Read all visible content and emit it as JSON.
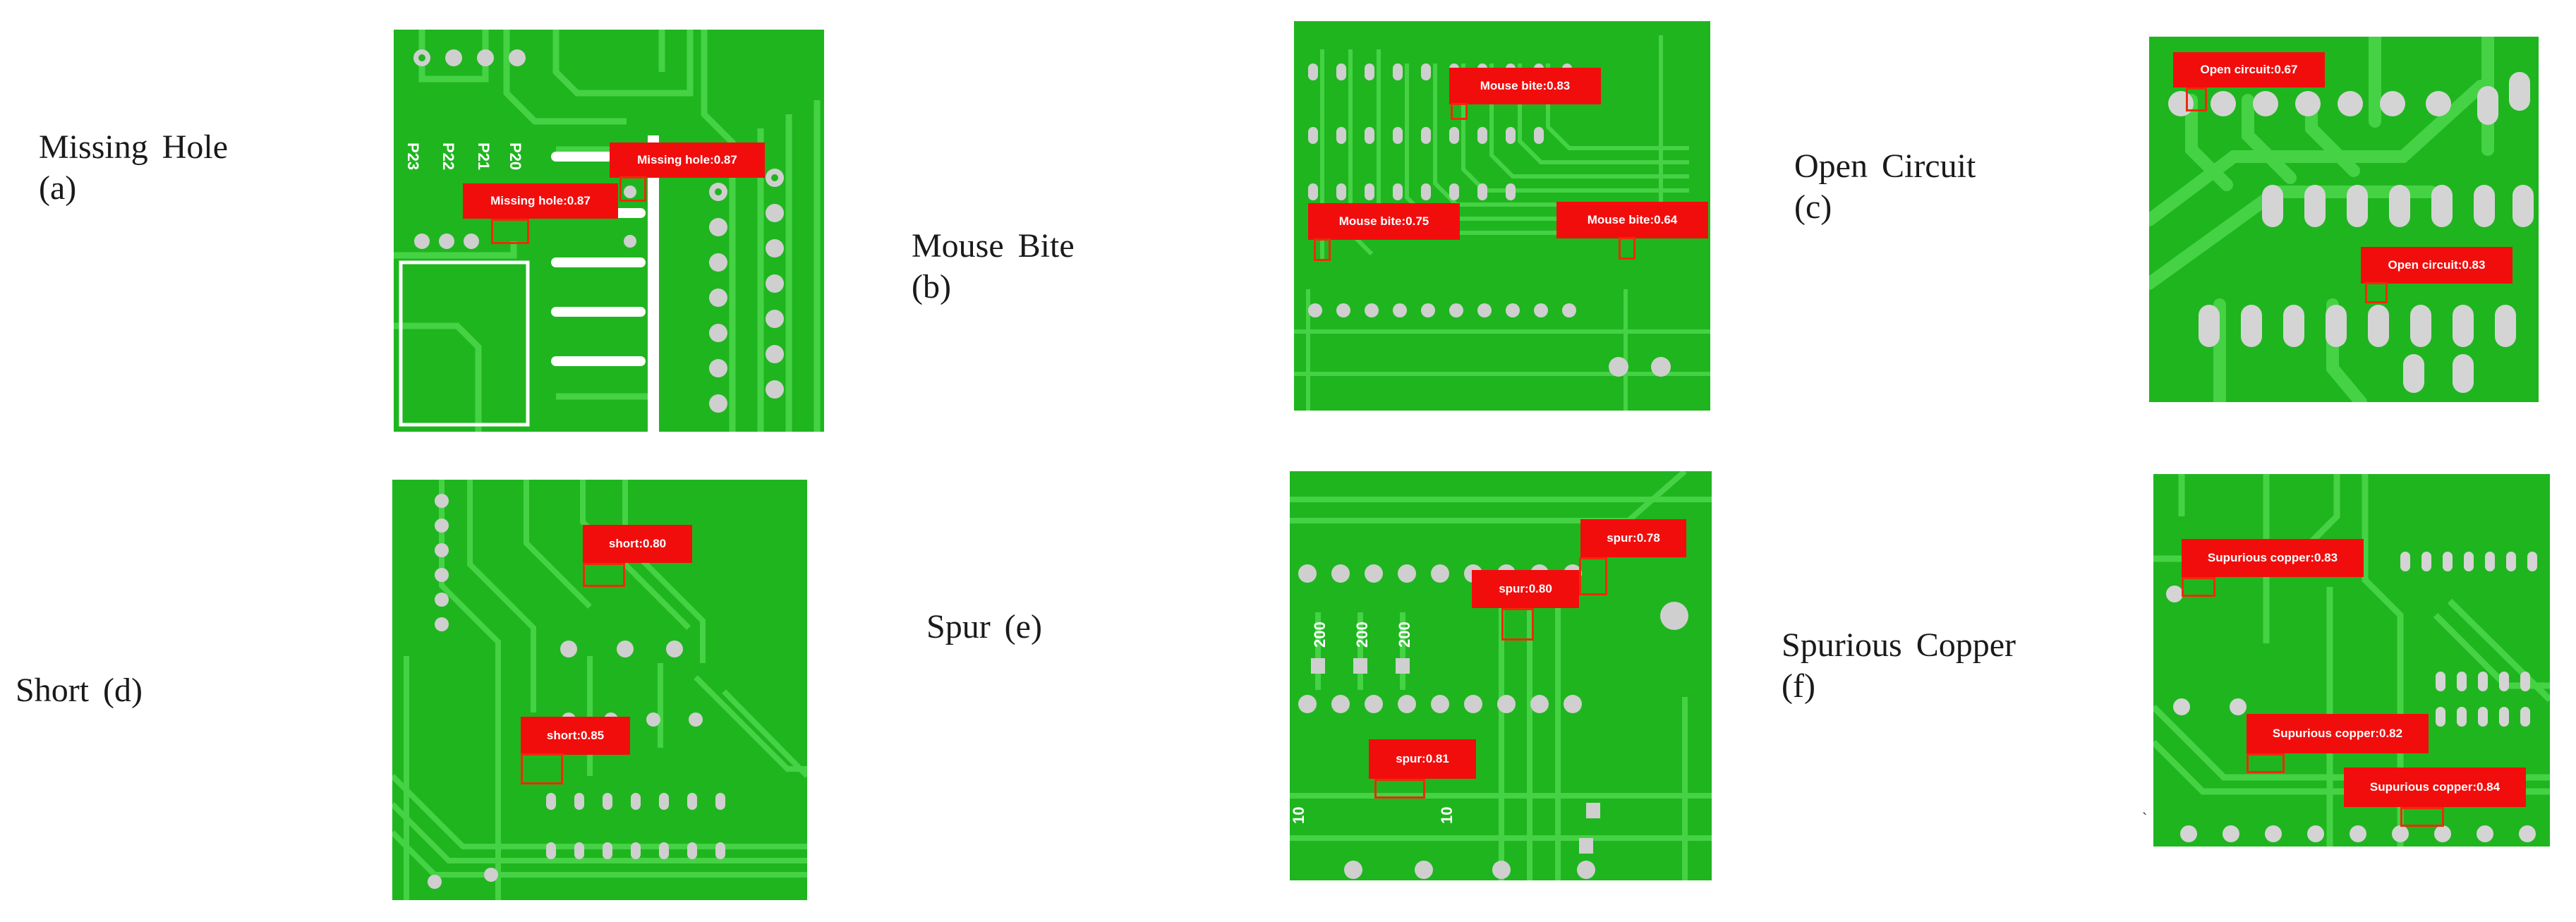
{
  "panels": [
    {
      "id": "a",
      "caption": [
        "Missing Hole",
        "(a)"
      ],
      "detections": [
        {
          "label": "Missing hole:0.87"
        },
        {
          "label": "Missing hole:0.87"
        }
      ]
    },
    {
      "id": "b",
      "caption": [
        "Mouse Bite",
        "(b)"
      ],
      "detections": [
        {
          "label": "Mouse bite:0.83"
        },
        {
          "label": "Mouse bite:0.75"
        },
        {
          "label": "Mouse bite:0.64"
        }
      ]
    },
    {
      "id": "c",
      "caption": [
        "Open Circuit",
        "(c)"
      ],
      "detections": [
        {
          "label": "Open circuit:0.67"
        },
        {
          "label": "Open circuit:0.83"
        }
      ]
    },
    {
      "id": "d",
      "caption": [
        "Short (d)"
      ],
      "detections": [
        {
          "label": "short:0.80"
        },
        {
          "label": "short:0.85"
        }
      ]
    },
    {
      "id": "e",
      "caption": [
        "Spur (e)"
      ],
      "detections": [
        {
          "label": "spur:0.78"
        },
        {
          "label": "spur:0.80"
        },
        {
          "label": "spur:0.81"
        }
      ]
    },
    {
      "id": "f",
      "caption": [
        "Spurious Copper",
        "(f)"
      ],
      "detections": [
        {
          "label": "Supurious copper:0.83"
        },
        {
          "label": "Supurious copper:0.82"
        },
        {
          "label": "Supurious copper:0.84"
        }
      ]
    }
  ],
  "colors": {
    "board": "#1fb51f",
    "trace": "#45d245",
    "pad": "#c9c9c9",
    "label_bg": "#f20d0d",
    "box": "#f02a0a"
  }
}
